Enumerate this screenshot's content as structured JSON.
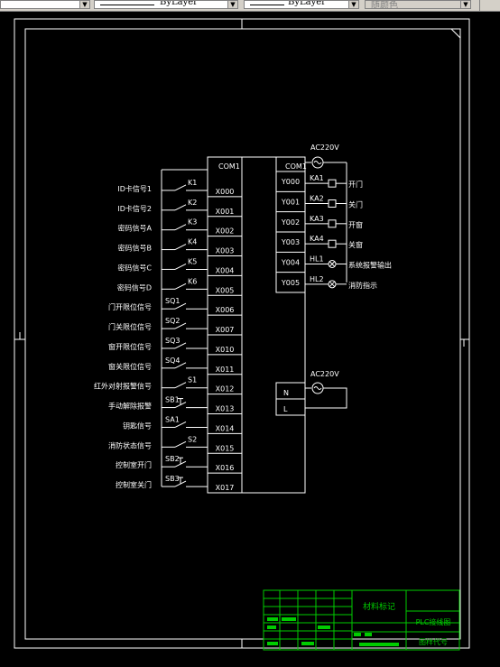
{
  "toolbar": {
    "linetype": "ByLayer",
    "lineweight": "ByLayer",
    "plotstyle": "随颜色"
  },
  "inputs": [
    {
      "sw": "K1",
      "label": "ID卡信号1",
      "port": "X000"
    },
    {
      "sw": "K2",
      "label": "ID卡信号2",
      "port": "X001"
    },
    {
      "sw": "K3",
      "label": "密码信号A",
      "port": "X002"
    },
    {
      "sw": "K4",
      "label": "密码信号B",
      "port": "X003"
    },
    {
      "sw": "K5",
      "label": "密码信号C",
      "port": "X004"
    },
    {
      "sw": "K6",
      "label": "密码信号D",
      "port": "X005"
    },
    {
      "sw": "SQ1",
      "label": "门开限位信号",
      "port": "X006"
    },
    {
      "sw": "SQ2",
      "label": "门关限位信号",
      "port": "X007"
    },
    {
      "sw": "SQ3",
      "label": "窗开限位信号",
      "port": "X010"
    },
    {
      "sw": "SQ4",
      "label": "窗关限位信号",
      "port": "X011"
    },
    {
      "sw": "S1",
      "label": "红外对射报警信号",
      "port": "X012"
    },
    {
      "sw": "SB1",
      "label": "手动解除报警",
      "port": "X013"
    },
    {
      "sw": "SA1",
      "label": "钥匙信号",
      "port": "X014"
    },
    {
      "sw": "S2",
      "label": "消防状态信号",
      "port": "X015"
    },
    {
      "sw": "SB2",
      "label": "控制室开门",
      "port": "X016"
    },
    {
      "sw": "SB3",
      "label": "控制室关门",
      "port": "X017"
    }
  ],
  "input_com": "COM1",
  "outputs": [
    {
      "port": "Y000",
      "dev": "KA1",
      "label": "开门"
    },
    {
      "port": "Y001",
      "dev": "KA2",
      "label": "关门"
    },
    {
      "port": "Y002",
      "dev": "KA3",
      "label": "开窗"
    },
    {
      "port": "Y003",
      "dev": "KA4",
      "label": "关窗"
    },
    {
      "port": "Y004",
      "dev": "HL1",
      "label": "系统报警输出"
    },
    {
      "port": "Y005",
      "dev": "HL2",
      "label": "消防指示"
    }
  ],
  "output_com": "COM1",
  "power_out": "AC220V",
  "power_in": "AC220V",
  "power_n": "N",
  "power_l": "L",
  "title_block": {
    "material": "材料标记",
    "drawing_name": "PLC接线图",
    "drawing_code": "图样代号"
  },
  "colors": {
    "line": "#ffffff",
    "title_block": "#00cc00",
    "background": "#000000"
  }
}
